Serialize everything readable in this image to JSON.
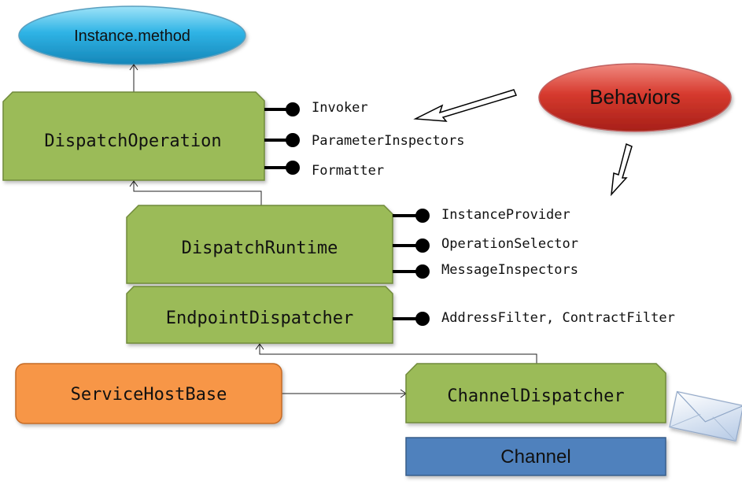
{
  "diagram": {
    "instance_method": "Instance.method",
    "behaviors": "Behaviors",
    "dispatch_operation": {
      "label": "DispatchOperation",
      "extensions": [
        "Invoker",
        "ParameterInspectors",
        "Formatter"
      ]
    },
    "dispatch_runtime": {
      "label": "DispatchRuntime",
      "extensions": [
        "InstanceProvider",
        "OperationSelector",
        "MessageInspectors"
      ]
    },
    "endpoint_dispatcher": {
      "label": "EndpointDispatcher",
      "extensions": [
        "AddressFilter, ContractFilter"
      ]
    },
    "service_host_base": "ServiceHostBase",
    "channel_dispatcher": "ChannelDispatcher",
    "channel": "Channel",
    "colors": {
      "green_fill": "#9bbb59",
      "green_stroke": "#6f8a3a",
      "orange_fill": "#f79646",
      "blue_fill": "#4f81bd",
      "cyan_fill": "#31b6e7",
      "red_fill": "#c0392b"
    }
  }
}
